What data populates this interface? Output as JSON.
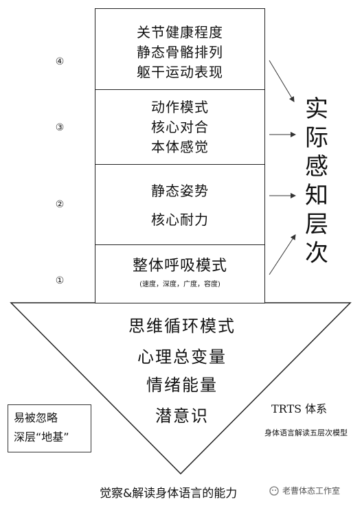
{
  "levels": [
    {
      "marker": "④",
      "lines": [
        "关节健康程度",
        "静态骨骼排列",
        "躯干运动表现"
      ]
    },
    {
      "marker": "③",
      "lines": [
        "动作模式",
        "核心对合",
        "本体感觉"
      ]
    },
    {
      "marker": "②",
      "lines": [
        "静态姿势",
        "核心耐力"
      ]
    },
    {
      "marker": "①",
      "lines": [
        "整体呼吸模式"
      ],
      "sub": "(速度，深度，广度，容度)"
    }
  ],
  "side_label": [
    "实",
    "际",
    "感",
    "知",
    "层",
    "次"
  ],
  "triangle_lines": [
    "思维循环模式",
    "心理总变量",
    "情绪能量",
    "潜意识"
  ],
  "note_box": [
    "易被忽略",
    "深层“地基”"
  ],
  "system": {
    "title": "TRTS 体系",
    "subtitle": "身体语言解读五层次模型"
  },
  "bottom_caption": "觉察&解读身体语言的能力",
  "watermark": "老曹体态工作室"
}
